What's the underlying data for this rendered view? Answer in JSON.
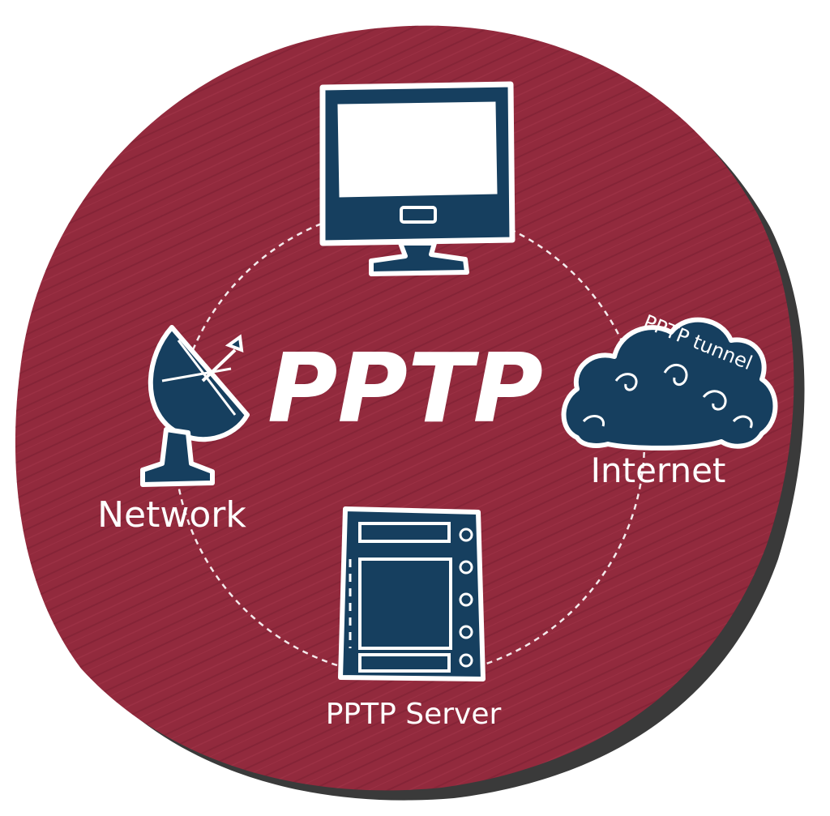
{
  "diagram": {
    "title": "PPTP",
    "labels": {
      "network": "Network",
      "internet": "Internet",
      "tunnel": "PPTP tunnel",
      "server": "PPTP Server"
    },
    "colors": {
      "background_circle": "#922a3d",
      "circle_shadow": "#3a3a3a",
      "icon_fill": "#163f5f",
      "stroke": "#ffffff"
    },
    "icons": {
      "top": "monitor-icon",
      "left": "satellite-dish-icon",
      "right": "cloud-icon",
      "bottom": "server-icon"
    }
  }
}
